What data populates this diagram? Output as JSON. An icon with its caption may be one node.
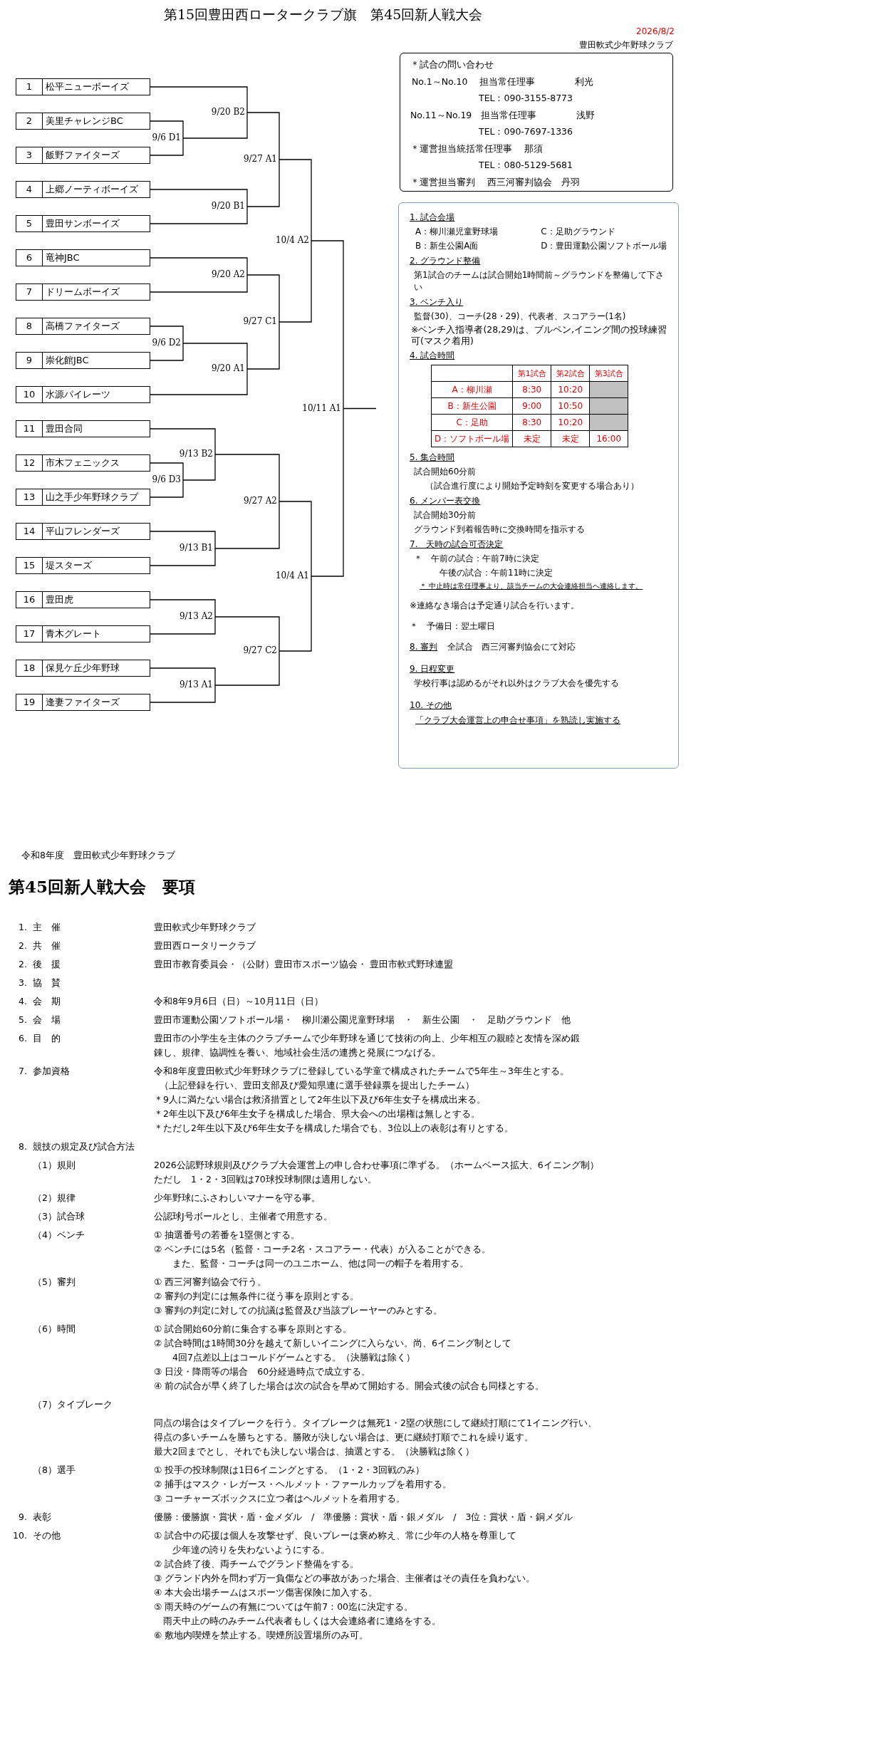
{
  "diagram": {
    "title": "第15回豊田西ロータークラブ旗　第45回新人戦大会",
    "nodes": [
      {
        "text": [
          "1",
          "松平ニューボーイズ"
        ]
      },
      {
        "text": [
          "2",
          "美里チャレンジBC"
        ]
      },
      {
        "text": [
          "3",
          "飯野ファイターズ"
        ]
      },
      {
        "text": [
          "4",
          "上郷ノーティボーイズ"
        ]
      },
      {
        "text": [
          "5",
          "豊田サンボーイズ"
        ]
      },
      {
        "text": [
          "6",
          "竜神JBC"
        ]
      },
      {
        "text": [
          "7",
          "ドリームボーイズ"
        ]
      },
      {
        "text": [
          "8",
          "高橋ファイターズ"
        ]
      },
      {
        "text": [
          "9",
          "崇化館JBC"
        ]
      },
      {
        "text": [
          "10",
          "水源パイレーツ"
        ]
      },
      {
        "text": [
          "11",
          "豊田合同"
        ]
      },
      {
        "text": [
          "12",
          "市木フェニックス"
        ]
      },
      {
        "text": [
          "13",
          "山之手少年野球クラブ"
        ]
      },
      {
        "text": [
          "14",
          "平山フレンダーズ"
        ]
      },
      {
        "text": [
          "15",
          "堤スターズ"
        ]
      },
      {
        "text": [
          "16",
          "豊田虎"
        ]
      },
      {
        "text": [
          "17",
          "青木グレート"
        ]
      },
      {
        "text": [
          "18",
          "保見ケ丘少年野球"
        ]
      },
      {
        "text": [
          "19",
          "逢妻ファイターズ"
        ]
      },
      {
        "text": [
          "9/6 D1"
        ]
      },
      {
        "text": [
          "9/20 B2"
        ]
      },
      {
        "text": [
          "9/20 B1"
        ]
      },
      {
        "text": [
          "9/27 A1"
        ]
      },
      {
        "text": [
          "9/20 A2"
        ]
      },
      {
        "text": [
          "9/6 D2"
        ]
      },
      {
        "text": [
          "9/20 A1"
        ]
      },
      {
        "text": [
          "9/27 C1"
        ]
      },
      {
        "text": [
          "10/4 A2"
        ]
      },
      {
        "text": [
          "9/6 D3"
        ]
      },
      {
        "text": [
          "9/13 B2"
        ]
      },
      {
        "text": [
          "9/13 B1"
        ]
      },
      {
        "text": [
          "9/27 A2"
        ]
      },
      {
        "text": [
          "9/13 A2"
        ]
      },
      {
        "text": [
          "9/13 A1"
        ]
      },
      {
        "text": [
          "9/27 C2"
        ]
      },
      {
        "text": [
          "10/4 A1"
        ]
      },
      {
        "text": [
          "10/11 A1"
        ]
      },
      {
        "text": [
          "＊試合の問い合わせ",
          "No.1～No.10　 担当常任理事　　　　 利光",
          "TEL：090-3155-8773",
          "No.11～No.19　担当常任理事　　　　 浅野",
          "TEL：090-7697-1336",
          "＊運営担当統括常任理事　 那須",
          "TEL：080-5129-5681",
          "＊運営担当審判　 西三河審判協会　丹羽"
        ]
      },
      {
        "text": [
          "1. 試合会場",
          "A：柳川瀬児童野球場",
          "C：足助グラウンド",
          "B：新生公園A面",
          "D：豊田運動公園ソフトボール場",
          "2. グラウンド整備",
          "第1試合のチームは試合開始1時間前～グラウンドを整備して下さい",
          "3. ベンチ入り",
          "監督(30)、コーチ(28・29)、代表者、スコアラー(1名)",
          "※ベンチ入指導者(28,29)は、ブルペン,イニング間の投球練習可(マスク着用)",
          "4. 試合時間",
          "5. 集合時間",
          "試合開始60分前",
          "（試合進行度により開始予定時刻を変更する場合あり）",
          "6. メンバー表交換",
          "試合開始30分前",
          "グラウンド到着報告時に交換時間を指示する",
          "7.　天時の試合可否決定",
          "＊　午前の試合：午前7時に決定",
          "午後の試合：午前11時に決定",
          "＊ 中止時は常任理事より、該当チームの大会連絡担当へ連絡します。",
          "※連絡なき場合は予定通り試合を行います。",
          "＊　予備日：翌土曜日",
          "8. 審判",
          "全試合　西三河審判協会にて対応",
          "9. 日程変更",
          "学校行事は認めるがそれ以外はクラブ大会を優先する",
          "10. その他",
          "「クラブ大会運営上の申合せ事項」を熟読し実施する"
        ]
      }
    ],
    "edges": [
      {
        "from": 1,
        "to": 19,
        "arrow": "none"
      },
      {
        "from": 2,
        "to": 19,
        "arrow": "none"
      },
      {
        "from": 0,
        "to": 20,
        "arrow": "none"
      },
      {
        "from": 19,
        "to": 20,
        "arrow": "none"
      },
      {
        "from": 3,
        "to": 21,
        "arrow": "none"
      },
      {
        "from": 4,
        "to": 21,
        "arrow": "none"
      },
      {
        "from": 20,
        "to": 22,
        "arrow": "none"
      },
      {
        "from": 21,
        "to": 22,
        "arrow": "none"
      },
      {
        "from": 5,
        "to": 23,
        "arrow": "none"
      },
      {
        "from": 6,
        "to": 23,
        "arrow": "none"
      },
      {
        "from": 7,
        "to": 24,
        "arrow": "none"
      },
      {
        "from": 8,
        "to": 24,
        "arrow": "none"
      },
      {
        "from": 24,
        "to": 25,
        "arrow": "none"
      },
      {
        "from": 9,
        "to": 25,
        "arrow": "none"
      },
      {
        "from": 23,
        "to": 26,
        "arrow": "none"
      },
      {
        "from": 25,
        "to": 26,
        "arrow": "none"
      },
      {
        "from": 22,
        "to": 27,
        "arrow": "none"
      },
      {
        "from": 26,
        "to": 27,
        "arrow": "none"
      },
      {
        "from": 11,
        "to": 28,
        "arrow": "none"
      },
      {
        "from": 12,
        "to": 28,
        "arrow": "none"
      },
      {
        "from": 10,
        "to": 29,
        "arrow": "none"
      },
      {
        "from": 28,
        "to": 29,
        "arrow": "none"
      },
      {
        "from": 13,
        "to": 30,
        "arrow": "none"
      },
      {
        "from": 14,
        "to": 30,
        "arrow": "none"
      },
      {
        "from": 29,
        "to": 31,
        "arrow": "none"
      },
      {
        "from": 30,
        "to": 31,
        "arrow": "none"
      },
      {
        "from": 15,
        "to": 32,
        "arrow": "none"
      },
      {
        "from": 16,
        "to": 32,
        "arrow": "none"
      },
      {
        "from": 17,
        "to": 33,
        "arrow": "none"
      },
      {
        "from": 18,
        "to": 33,
        "arrow": "none"
      },
      {
        "from": 32,
        "to": 34,
        "arrow": "none"
      },
      {
        "from": 33,
        "to": 34,
        "arrow": "none"
      },
      {
        "from": 31,
        "to": 35,
        "arrow": "none"
      },
      {
        "from": 34,
        "to": 35,
        "arrow": "none"
      },
      {
        "from": 27,
        "to": 36,
        "arrow": "none"
      },
      {
        "from": 35,
        "to": 36,
        "arrow": "none"
      },
      {
        "from": 36,
        "to": null,
        "arrow": "none"
      }
    ],
    "labels": [
      "2026/8/2",
      "豊田軟式少年野球クラブ",
      "第1試合",
      "第2試合",
      "第3試合",
      "A：柳川瀬",
      "8:30",
      "10:20",
      "B：新生公園",
      "9:00",
      "10:50",
      "C：足助",
      "8:30",
      "10:20",
      "D：ソフトボール場",
      "未定",
      "未定",
      "16:00",
      "令和8年度　豊田軟式少年野球クラブ",
      "第45回新人戦大会　要項",
      "1.",
      "主　催",
      "豊田軟式少年野球クラブ",
      "2.",
      "共　催",
      "豊田西ロータリークラブ",
      "2.",
      "後　援",
      "豊田市教育委員会・（公財）豊田市スポーツ協会・ 豊田市軟式野球連盟",
      "3.",
      "協　賛",
      "4.",
      "会　期",
      "令和8年9月6日（日）～10月11日（日）",
      "5.",
      "会　場",
      "豊田市運動公園ソフトボール場・　柳川瀬公園児童野球場　・　新生公園　・　足助グラウンド　他",
      "6.",
      "目　的",
      "豊田市の小学生を主体のクラブチームで少年野球を通じて技術の向上、少年相互の親睦と友情を深め鍛錬し、規律、協調性を養い、地域社会生活の連携と発展につなげる。",
      "7.",
      "参加資格",
      "令和8年度豊田軟式少年野球クラブに登録している学童で構成されたチームで5年生～3年生とする。",
      "（上記登録を行い、豊田支部及び愛知県連に選手登録票を提出したチーム）",
      "＊9人に満たない場合は救済措置として2年生以下及び6年生女子を構成出来る。",
      "＊2年生以下及び6年生女子を構成した場合、県大会への出場権は無しとする。",
      "＊ただし2年生以下及び6年生女子を構成した場合でも、3位以上の表彰は有りとする。",
      "8.",
      "競技の規定及び試合方法",
      "（1）規則",
      "2026公認野球規則及びクラブ大会運営上の申し合わせ事項に準ずる。（ホームベース拡大、6イニング制）",
      "ただし　1・2・3回戦は70球投球制限は適用しない。",
      "（2）規律",
      "少年野球にふさわしいマナーを守る事。",
      "（3）試合球",
      "公認球J号ボールとし、主催者で用意する。",
      "（4）ベンチ",
      "① 抽選番号の若番を1塁側とする。",
      "② ベンチには5名（監督・コーチ2名・スコアラー・代表）が入ることができる。",
      "また、監督・コーチは同一のユニホーム、他は同一の帽子を着用する。",
      "（5）審判",
      "① 西三河審判協会で行う。",
      "② 審判の判定には無条件に従う事を原則とする。",
      "③ 審判の判定に対しての抗議は監督及び当該プレーヤーのみとする。",
      "（6）時間",
      "① 試合開始60分前に集合する事を原則とする。",
      "② 試合時間は1時間30分を越えて新しいイニングに入らない。尚、6イニング制として",
      "4回7点差以上はコールドゲームとする。（決勝戦は除く）",
      "③ 日没・降雨等の場合　60分経過時点で成立する。",
      "④ 前の試合が早く終了した場合は次の試合を早めて開始する。開会式後の試合も同様とする。",
      "（7）タイブレーク",
      "同点の場合はタイブレークを行う。タイブレークは無死1・2塁の状態にして継続打順にて1イニング行い、",
      "得点の多いチームを勝ちとする。勝敗が決しない場合は、更に継続打順でこれを繰り返す。",
      "最大2回までとし、それでも決しない場合は、抽選とする。（決勝戦は除く）",
      "（8）選手",
      "① 投手の投球制限は1日6イニングとする。（1・2・3回戦のみ）",
      "② 捕手はマスク・レガース・ヘルメット・ファールカップを着用する。",
      "③ コーチャーズボックスに立つ者はヘルメットを着用する。",
      "9.",
      "表彰",
      "優勝：優勝旗・賞状・盾・金メダル　/　準優勝：賞状・盾・銀メダル　/　3位：賞状・盾・銅メダル",
      "10.",
      "その他",
      "① 試合中の応援は個人を攻撃せず、良いプレーは褒め称え、常に少年の人格を尊重して",
      "少年達の誇りを失わないようにする。",
      "② 試合終了後、両チームでグランド整備をする。",
      "③ グランド内外を問わず万一負傷などの事故があった場合、主催者はその責任を負わない。",
      "④ 本大会出場チームはスポーツ傷害保険に加入する。",
      "⑤ 雨天時のゲームの有無については午前7：00迄に決定する。",
      "雨天中止の時のみチーム代表者もしくは大会連絡者に連絡をする。",
      "⑥ 敷地内喫煙を禁止する。喫煙所設置場所のみ可。"
    ]
  }
}
